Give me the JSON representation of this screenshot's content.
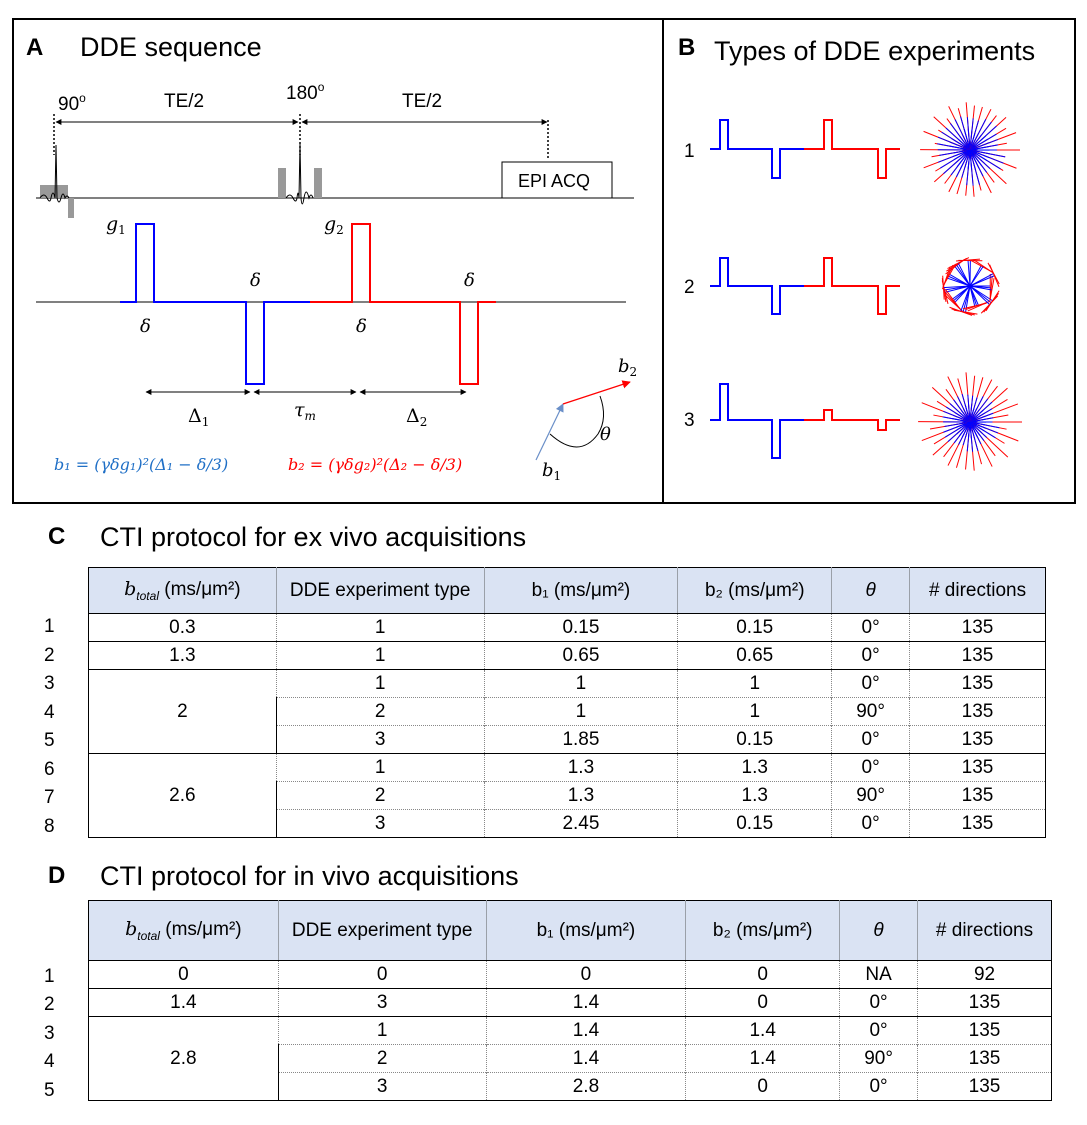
{
  "panelA": {
    "label": "A",
    "title": "DDE sequence",
    "rf_90": "90",
    "rf_180": "180",
    "deg": "o",
    "te_half_1": "TE/2",
    "te_half_2": "TE/2",
    "epi": "EPI ACQ",
    "g1": "g",
    "g1_sub": "1",
    "g2": "g",
    "g2_sub": "2",
    "delta": "δ",
    "Delta1": "Δ",
    "Delta1_sub": "1",
    "tau": "τ",
    "tau_sub": "m",
    "Delta2": "Δ",
    "Delta2_sub": "2",
    "b2_lab": "b",
    "b2_sub": "2",
    "b1_lab": "b",
    "b1_sub": "1",
    "theta": "θ",
    "eq1": "b₁ = (γδg₁)²(Δ₁ − δ/3)",
    "eq2": "b₂ = (γδg₂)²(Δ₂ − δ/3)",
    "colors": {
      "blue": "#0000ff",
      "red": "#ff0000",
      "eq_blue": "#1f6fc6",
      "gray": "#999999"
    }
  },
  "panelB": {
    "label": "B",
    "title": "Types of DDE experiments",
    "rows": [
      "1",
      "2",
      "3"
    ]
  },
  "tableC": {
    "label": "C",
    "title": "CTI protocol for ex vivo acquisitions",
    "headers": [
      "b",
      "total",
      "(ms/μm²)",
      "DDE experiment type",
      "b₁ (ms/μm²)",
      "b₂ (ms/μm²)",
      "θ",
      "# directions"
    ],
    "row_numbers": [
      "1",
      "2",
      "3",
      "4",
      "5",
      "6",
      "7",
      "8"
    ],
    "rows": [
      [
        "0.3",
        "1",
        "0.15",
        "0.15",
        "0°",
        "135"
      ],
      [
        "1.3",
        "1",
        "0.65",
        "0.65",
        "0°",
        "135"
      ],
      [
        "2",
        "1",
        "1",
        "1",
        "0°",
        "135"
      ],
      [
        "",
        "2",
        "1",
        "1",
        "90°",
        "135"
      ],
      [
        "",
        "3",
        "1.85",
        "0.15",
        "0°",
        "135"
      ],
      [
        "2.6",
        "1",
        "1.3",
        "1.3",
        "0°",
        "135"
      ],
      [
        "",
        "2",
        "1.3",
        "1.3",
        "90°",
        "135"
      ],
      [
        "",
        "3",
        "2.45",
        "0.15",
        "0°",
        "135"
      ]
    ]
  },
  "tableD": {
    "label": "D",
    "title": "CTI protocol for in vivo acquisitions",
    "headers": [
      "b",
      "total",
      "(ms/μm²)",
      "DDE experiment type",
      "b₁ (ms/μm²)",
      "b₂ (ms/μm²)",
      "θ",
      "# directions"
    ],
    "row_numbers": [
      "1",
      "2",
      "3",
      "4",
      "5"
    ],
    "rows": [
      [
        "0",
        "0",
        "0",
        "0",
        "NA",
        "92"
      ],
      [
        "1.4",
        "3",
        "1.4",
        "0",
        "0°",
        "135"
      ],
      [
        "2.8",
        "1",
        "1.4",
        "1.4",
        "0°",
        "135"
      ],
      [
        "",
        "2",
        "1.4",
        "1.4",
        "90°",
        "135"
      ],
      [
        "",
        "3",
        "2.8",
        "0",
        "0°",
        "135"
      ]
    ]
  }
}
